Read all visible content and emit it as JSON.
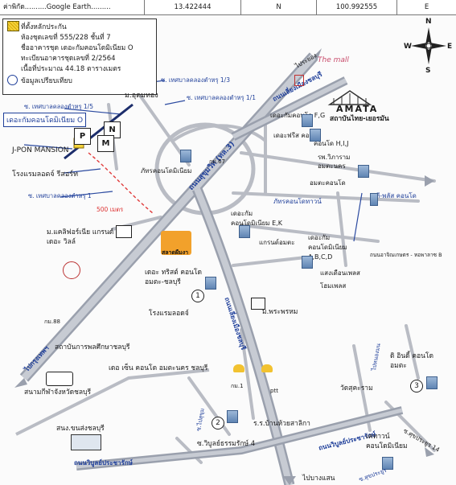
{
  "coord_bar": {
    "source": "ค่าพิกัด..........Google Earth.........",
    "lat": "13.422444",
    "lat_dir": "N",
    "lon": "100.992555",
    "lon_dir": "E"
  },
  "legend": {
    "row1": "ที่ตั้งหลักประกัน",
    "row2": "ห้องชุดเลขที่ 555/228 ชั้นที่ 7",
    "row3": "ชื่ออาคารชุด  เดอะกัมคอนโดมิเนียม O",
    "row4": "ทะเบียนอาคารชุดเลขที่ 2/2564",
    "row5": "เนื้อที่ประมาณ 44.18 ตารางเมตร",
    "row6": "ข้อมูลเปรียบเทียบ"
  },
  "compass": {
    "n": "N",
    "s": "S",
    "e": "E",
    "w": "W"
  },
  "subject_label": "เดอะกัมคอนโดมิเนียม O",
  "pin_letters": {
    "p": "P",
    "n": "N",
    "m": "M"
  },
  "distance": "500 เมตร",
  "comparables": {
    "c1": "1",
    "c2": "2",
    "c3": "3"
  },
  "labels": {
    "j_pon": "J-PON MANSION",
    "reed": "โรงแรมลอดจ์ รีสอร์ท",
    "soi_1_5": "ซ. เทศบาลคลองตำหรุ 1/5",
    "soi_1_3": "ซ. เทศบาลคลองตำหรุ 1/3",
    "soi_1_1": "ซ. เทศบาลคลองตำหรุ 1/1",
    "soi_1": "ซ. เทศบาลคลองตำหรุ 1",
    "m_udom": "ม.อุดมทอง",
    "sukhumvit": "ถนนสุขุมวิท (ทล.3)",
    "motorway": "ถนนเลี่ยงเมืองชลบุรี",
    "amata_name": "AMATA",
    "amata_sub": "สถาบันไทย-เยอรมัน",
    "the_mall": "The mall",
    "to_rayong": "ไประยอง",
    "the_gum_fg": "เดอะกัมคอนโด F,G",
    "the_frees": "เดอะฟรีส คอนโด",
    "condo_hij": "คอนโด H,I,J",
    "vibharam": "รพ.วิภาราม อมตะนคร",
    "amata_condo": "อมตะคอนโด",
    "t_plus": "ที-พลัส คอนโด",
    "phatra": "ภัทรคอนโดมิเนียม",
    "km67": "กม.67",
    "phatra_town": "ภัทรคอนโดทาวน์",
    "gum_ek": "เดอะกัม คอนโดมิเนียม E,K",
    "grand_amata": "แกรนด์อมตะ",
    "gum_abcd": "เดอะกัม คอนโดมิเนียม A,B,C,D",
    "saeng_duan": "แสงเดือนเพลส",
    "home_place": "โฮมเพลส",
    "bypass_right": "ถนนอาจิณเกษตร - หอพาลาซ B",
    "m_california": "ม.แคลิฟอร์เนีย แกรนด์ เดอะ วิลล์",
    "sala_leaf": "สลาดผืมงา",
    "the_twist": "เดอะ ทริสต์ คอนโด อมตะ-ชลบุรี",
    "lodge": "โรงแรมลอดจ์",
    "m_phraphrom": "ม.พระพรหม",
    "km88": "กม.88",
    "institute": "สถาบันการพลศึกษาชลบุรี",
    "stadium": "สนามกีฬาจังหวัดชลบุรี",
    "to_bangkok": "ไปกรุงเทพฯ",
    "the_zen": "เดอ เซ็น คอนโด อมตะนคร ชลบุรี",
    "km1": "กม.1",
    "ptt": "ptt",
    "di_in": "ดิ อินดี้ คอนโดอมตะ",
    "wat_sukaram": "วัดสุคะราม",
    "to_nong_mon": "ไปหนองมน",
    "samsung": "สนง.ขนส่งชลบุรี",
    "roosh": "ร.ร.บ้านห้วยสาลิกา",
    "soi_vibun4": "ซ.วิบูลย์ธรรมรักษ์ 4",
    "vibun_road": "ถนนวิบูลย์ประชารักษ์",
    "vibun_road2": "ถนนวิบูลย์ประชารักษ์",
    "soi_vibun14": "ซ.ศุขประยูร 14",
    "kathouse": "เคทาวน์ คอนโดมิเนียม",
    "soi_right": "ซ.สุขประยูร",
    "to_bangsaen": "ไปบางแสน",
    "soi_left_small": "ซ.ไปสุขุม"
  }
}
